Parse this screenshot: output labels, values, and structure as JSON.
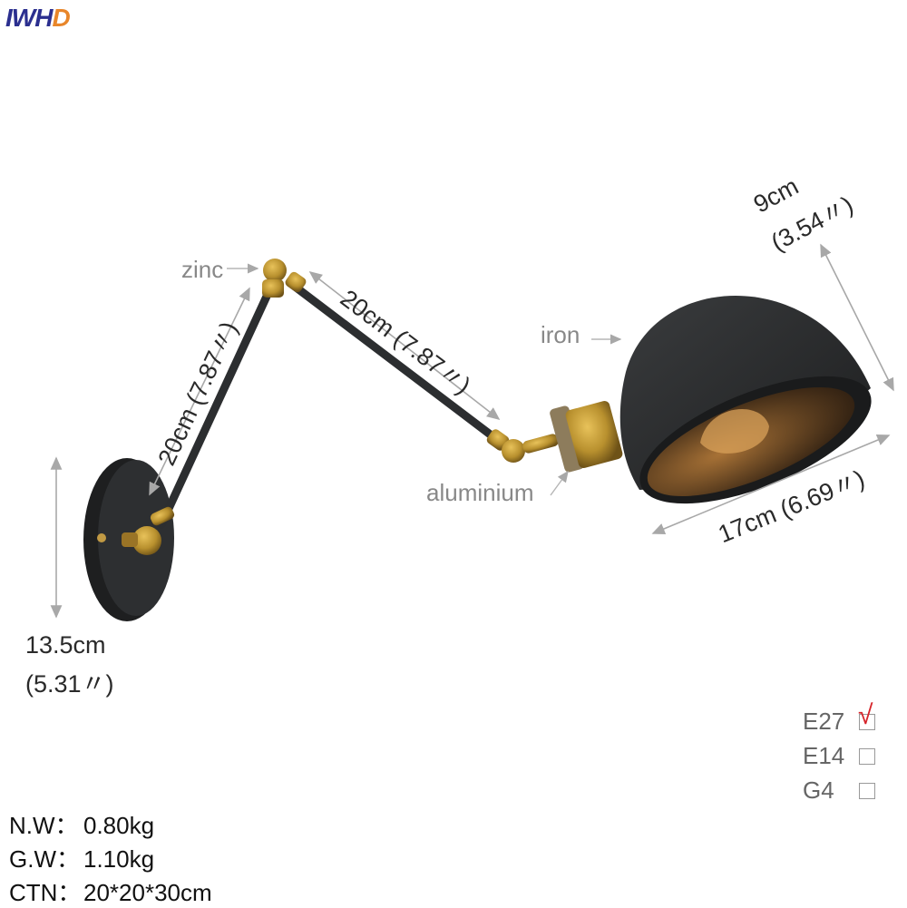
{
  "brand": {
    "part1": "IWH",
    "part2": "D"
  },
  "materials": {
    "zinc": "zinc",
    "iron": "iron",
    "aluminium": "aluminium"
  },
  "dimensions": {
    "lower_arm": "20cm (7.87〃)",
    "upper_arm": "20cm (7.87〃)",
    "shade_height_cm": "9cm",
    "shade_height_in": "(3.54〃)",
    "shade_width": "17cm (6.69〃)",
    "base_height_cm": "13.5cm",
    "base_height_in": "(5.31〃)"
  },
  "bulb_options": [
    {
      "label": "E27",
      "checked": true
    },
    {
      "label": "E14",
      "checked": false
    },
    {
      "label": "G4",
      "checked": false
    }
  ],
  "check_mark": "√",
  "specs": [
    {
      "key": "N.W：",
      "value": "0.80kg"
    },
    {
      "key": "G.W：",
      "value": "1.10kg"
    },
    {
      "key": "CTN：",
      "value": "20*20*30cm"
    }
  ],
  "colors": {
    "brand_blue": "#2b2f8f",
    "brand_orange": "#e8862a",
    "brass": "#b8902e",
    "lamp_black": "#26282a",
    "check_red": "#d6242a",
    "annotation_gray": "#a8a8a8"
  }
}
